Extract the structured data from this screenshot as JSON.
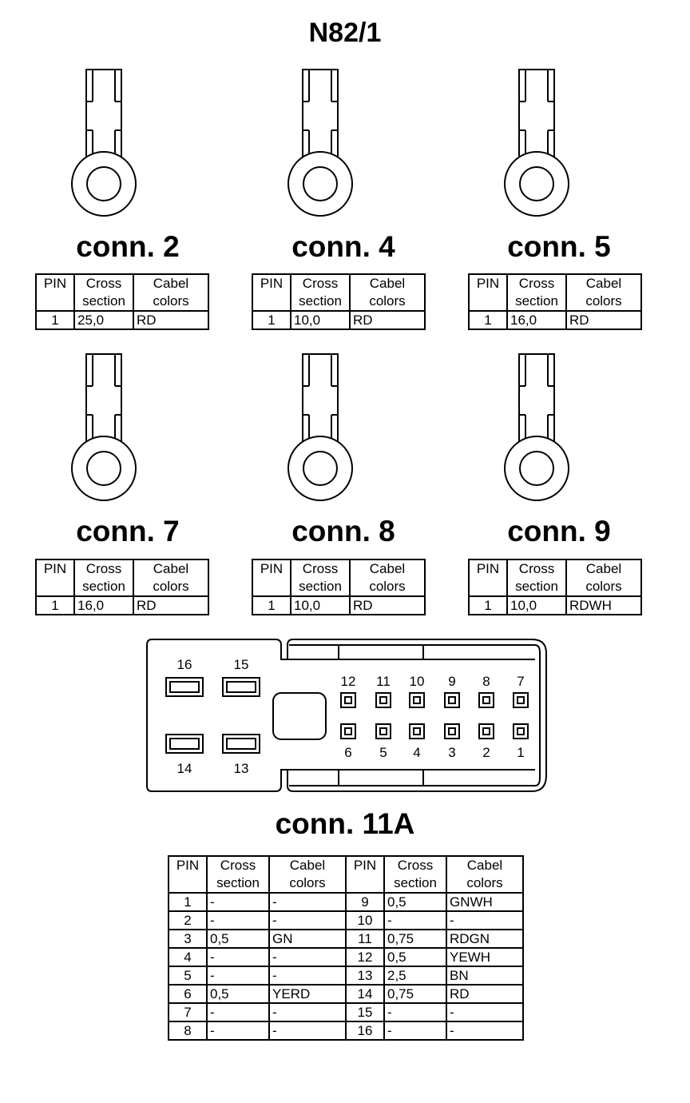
{
  "title": "N82/1",
  "headers": {
    "pin": "PIN",
    "cross": [
      "Cross",
      "section"
    ],
    "colors": [
      "Cabel",
      "colors"
    ]
  },
  "single_connectors": [
    {
      "label": "conn. 2",
      "pin": "1",
      "cross": "25,0",
      "color": "RD"
    },
    {
      "label": "conn. 4",
      "pin": "1",
      "cross": "10,0",
      "color": "RD"
    },
    {
      "label": "conn. 5",
      "pin": "1",
      "cross": "16,0",
      "color": "RD"
    },
    {
      "label": "conn. 7",
      "pin": "1",
      "cross": "16,0",
      "color": "RD"
    },
    {
      "label": "conn. 8",
      "pin": "1",
      "cross": "10,0",
      "color": "RD"
    },
    {
      "label": "conn. 9",
      "pin": "1",
      "cross": "10,0",
      "color": "RDWH"
    }
  ],
  "conn11a": {
    "label": "conn. 11A",
    "pin_labels": {
      "large_top": [
        "16",
        "15"
      ],
      "large_bottom": [
        "14",
        "13"
      ],
      "small_top": [
        "12",
        "11",
        "10",
        "9",
        "8",
        "7"
      ],
      "small_bottom": [
        "6",
        "5",
        "4",
        "3",
        "2",
        "1"
      ]
    },
    "rows": [
      {
        "pin": "1",
        "cross": "-",
        "color": "-",
        "pin2": "9",
        "cross2": "0,5",
        "color2": "GNWH"
      },
      {
        "pin": "2",
        "cross": "-",
        "color": "-",
        "pin2": "10",
        "cross2": "-",
        "color2": "-"
      },
      {
        "pin": "3",
        "cross": "0,5",
        "color": "GN",
        "pin2": "11",
        "cross2": "0,75",
        "color2": "RDGN"
      },
      {
        "pin": "4",
        "cross": "-",
        "color": "-",
        "pin2": "12",
        "cross2": "0,5",
        "color2": "YEWH"
      },
      {
        "pin": "5",
        "cross": "-",
        "color": "-",
        "pin2": "13",
        "cross2": "2,5",
        "color2": "BN"
      },
      {
        "pin": "6",
        "cross": "0,5",
        "color": "YERD",
        "pin2": "14",
        "cross2": "0,75",
        "color2": "RD"
      },
      {
        "pin": "7",
        "cross": "-",
        "color": "-",
        "pin2": "15",
        "cross2": "-",
        "color2": "-"
      },
      {
        "pin": "8",
        "cross": "-",
        "color": "-",
        "pin2": "16",
        "cross2": "-",
        "color2": "-"
      }
    ]
  }
}
